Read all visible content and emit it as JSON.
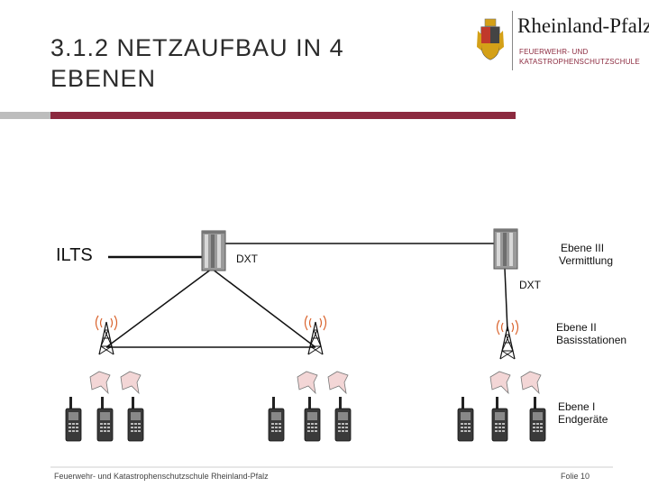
{
  "title": "3.1.2 NETZAUFBAU IN 4 EBENEN",
  "logo": {
    "name": "Rheinland-Pfalz",
    "sub_line1": "FEUERWEHR- UND",
    "sub_line2": "KATASTROPHENSCHUTZSCHULE"
  },
  "diagram": {
    "ilts_label": "ILTS",
    "dxt_left_label": "DXT",
    "dxt_right_label": "DXT",
    "level3_line1": "Ebene III",
    "level3_line2": "Vermittlung",
    "level2_line1": "Ebene II",
    "level2_line2": "Basisstationen",
    "level1_line1": "Ebene I",
    "level1_line2": "Endgeräte"
  },
  "footer": {
    "left": "Feuerwehr- und Katastrophenschutzschule Rheinland-Pfalz",
    "right": "Folie 10"
  },
  "colors": {
    "accent": "#8c2a3f",
    "radio_waves": "#d9622b",
    "bubbles": "#f3d6d6"
  }
}
